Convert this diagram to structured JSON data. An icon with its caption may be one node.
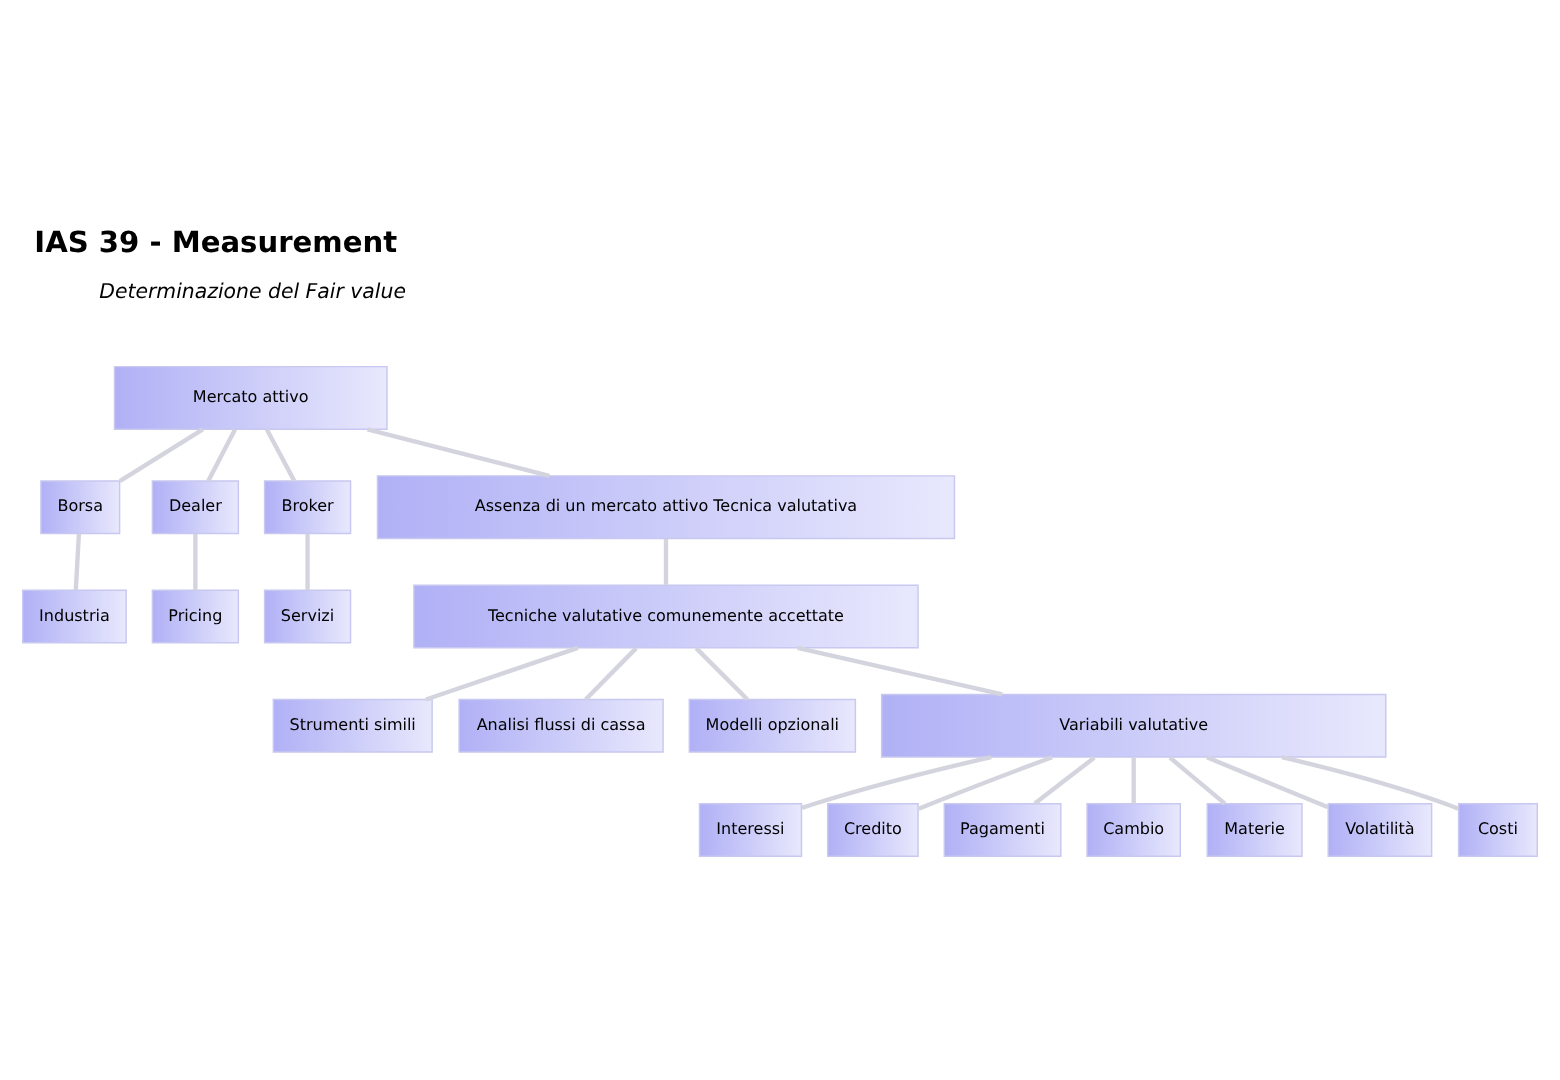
{
  "diagram": {
    "title": "IAS 39 - Measurement",
    "nodes": [
      {
        "text": [
          "Mercato attivo"
        ]
      },
      {
        "text": [
          "Borsa"
        ]
      },
      {
        "text": [
          "Dealer"
        ]
      },
      {
        "text": [
          "Broker"
        ]
      },
      {
        "text": [
          "Industria"
        ]
      },
      {
        "text": [
          "Pricing"
        ]
      },
      {
        "text": [
          "Servizi"
        ]
      },
      {
        "text": [
          "Assenza di un mercato attivo Tecnica valutativa"
        ]
      },
      {
        "text": [
          "Tecniche valutative comunemente accettate"
        ]
      },
      {
        "text": [
          "Strumenti simili"
        ]
      },
      {
        "text": [
          "Analisi flussi di cassa"
        ]
      },
      {
        "text": [
          "Modelli opzionali"
        ]
      },
      {
        "text": [
          "Variabili valutative"
        ]
      },
      {
        "text": [
          "Interessi"
        ]
      },
      {
        "text": [
          "Credito"
        ]
      },
      {
        "text": [
          "Pagamenti"
        ]
      },
      {
        "text": [
          "Cambio"
        ]
      },
      {
        "text": [
          "Materie"
        ]
      },
      {
        "text": [
          "Volatilità"
        ]
      },
      {
        "text": [
          "Costi"
        ]
      }
    ],
    "edges": [
      {
        "from": 0,
        "to": 1,
        "arrow": "none"
      },
      {
        "from": 0,
        "to": 2,
        "arrow": "none"
      },
      {
        "from": 0,
        "to": 3,
        "arrow": "none"
      },
      {
        "from": 1,
        "to": 4,
        "arrow": "none"
      },
      {
        "from": 2,
        "to": 5,
        "arrow": "none"
      },
      {
        "from": 3,
        "to": 6,
        "arrow": "none"
      },
      {
        "from": 0,
        "to": 7,
        "arrow": "none"
      },
      {
        "from": 7,
        "to": 8,
        "arrow": "none"
      },
      {
        "from": 8,
        "to": 9,
        "arrow": "none"
      },
      {
        "from": 8,
        "to": 10,
        "arrow": "none"
      },
      {
        "from": 8,
        "to": 11,
        "arrow": "none"
      },
      {
        "from": 8,
        "to": 12,
        "arrow": "none"
      },
      {
        "from": 12,
        "to": 13,
        "arrow": "none"
      },
      {
        "from": 12,
        "to": 14,
        "arrow": "none"
      },
      {
        "from": 12,
        "to": 15,
        "arrow": "none"
      },
      {
        "from": 12,
        "to": 16,
        "arrow": "none"
      },
      {
        "from": 12,
        "to": 17,
        "arrow": "none"
      },
      {
        "from": 12,
        "to": 18,
        "arrow": "none"
      },
      {
        "from": 12,
        "to": 19,
        "arrow": "none"
      }
    ],
    "labels": [
      "Determinazione del Fair value"
    ]
  }
}
